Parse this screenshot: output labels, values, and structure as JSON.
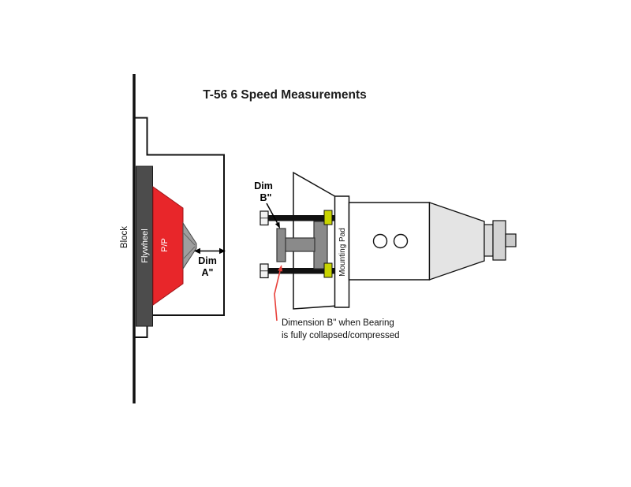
{
  "title": "T-56 6 Speed Measurements",
  "left_assembly": {
    "block_label": "Block",
    "flywheel_label": "Flywheel",
    "pressure_plate_label": "P/P",
    "dim_a": {
      "line1": "Dim",
      "line2": "A\""
    }
  },
  "right_assembly": {
    "dim_b": {
      "line1": "Dim",
      "line2": "B\""
    },
    "mounting_pad_label": "Mounting Pad"
  },
  "annotation": {
    "line1": "Dimension B\" when Bearing",
    "line2": "is fully collapsed/compressed"
  },
  "colors": {
    "pressure_plate_red": "#e8262a",
    "flywheel_gray": "#4c4c4c",
    "part_gray": "#8a8a8a",
    "spring_gray": "#9e9e9e",
    "washer_yellow": "#c8d400",
    "annotation_red": "#e8403a",
    "line_black": "#111111"
  }
}
